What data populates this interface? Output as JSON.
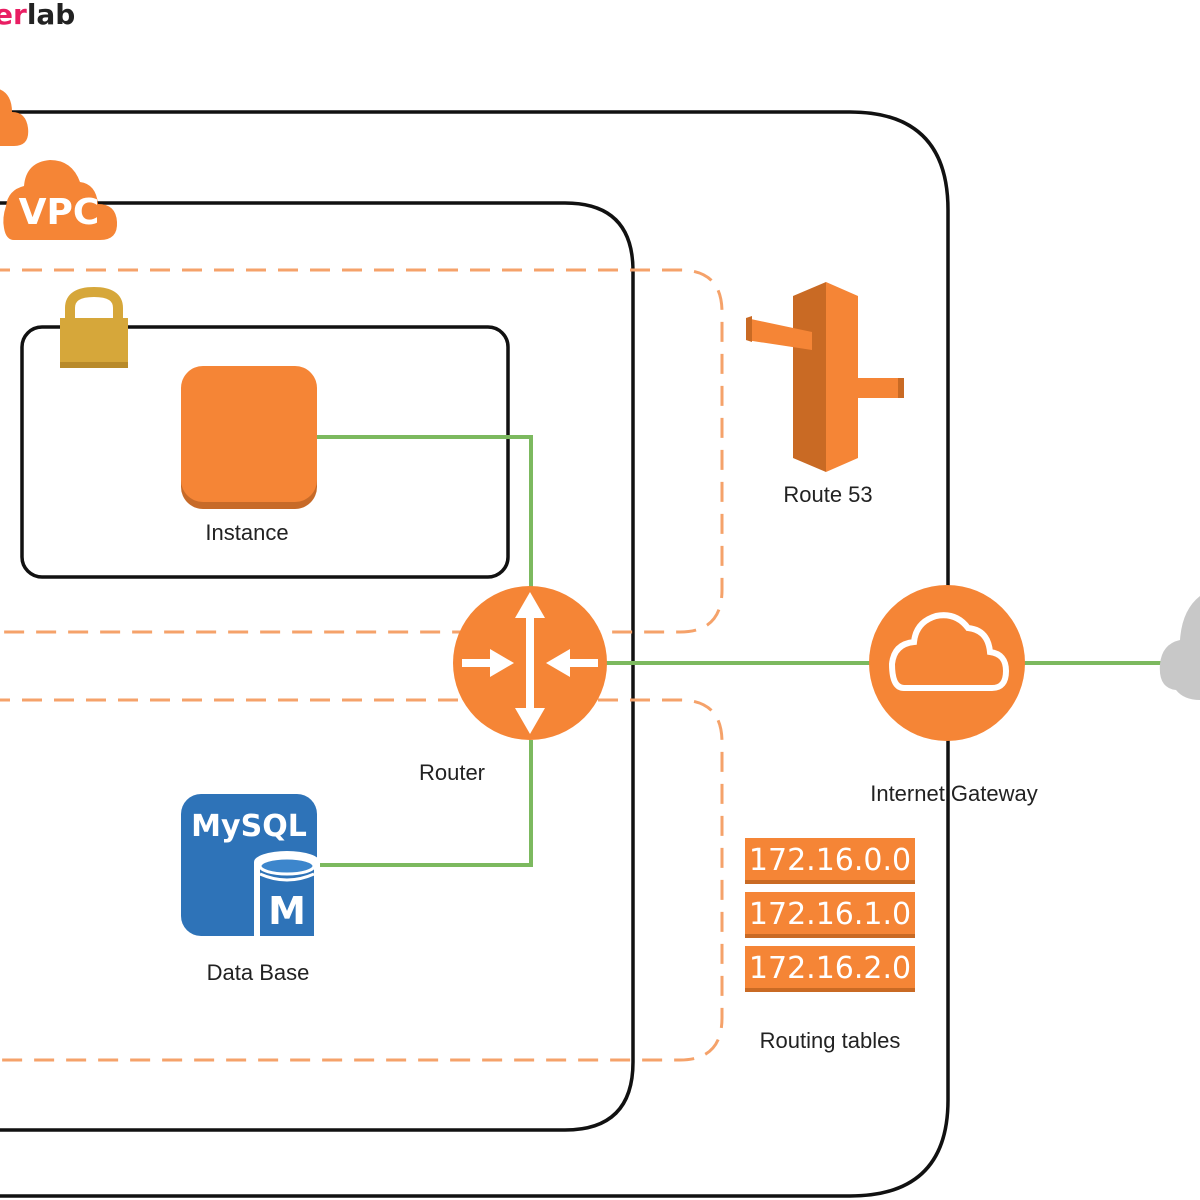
{
  "logo": {
    "accent": "er",
    "rest": "lab"
  },
  "vpc_badge": "VPC",
  "labels": {
    "instance": "Instance",
    "route53": "Route 53",
    "router": "Router",
    "internet_gateway": "Internet Gateway",
    "database": "Data Base",
    "routing_tables": "Routing tables"
  },
  "mysql": {
    "title": "MySQL",
    "letter": "M"
  },
  "routing_tables": [
    "172.16.0.0",
    "172.16.1.0",
    "172.16.2.0"
  ],
  "colors": {
    "aws_orange": "#f58536",
    "connector_green": "#7cb95f",
    "mysql_blue": "#2e73b8",
    "lock_gold": "#d6a73a",
    "cloud_gray": "#c8c8c8"
  },
  "icons": [
    "cloud-icon",
    "vpc-cloud-icon",
    "lock-icon",
    "instance-icon",
    "route53-icon",
    "router-icon",
    "internet-gateway-icon",
    "mysql-database-icon",
    "internet-cloud-icon"
  ]
}
